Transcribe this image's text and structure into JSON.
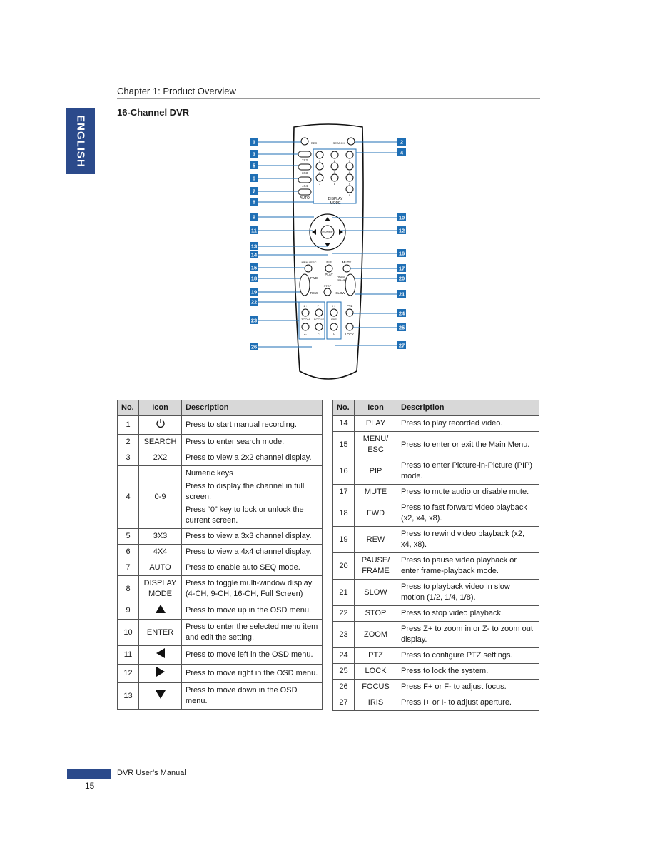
{
  "sidebar_tab": "ENGLISH",
  "chapter_title": "Chapter 1: Product Overview",
  "section_title": "16-Channel DVR",
  "remote": {
    "buttons": {
      "rec": "REC",
      "search": "SEARCH",
      "b2x2": "2X2",
      "b3x3": "3X3",
      "b4x4": "4X4",
      "auto": "AUTO",
      "display": "DISPLAY",
      "mode": "MODE",
      "enter": "ENTER",
      "menu_esc": "MENU/ESC",
      "pip": "PIP",
      "mute": "MUTE",
      "play": "PLAY",
      "fwd": "FWD",
      "pause": "PAUSE",
      "frame": "FRAME",
      "rew": "REW",
      "slow": "SLOW",
      "stop": "STOP",
      "z_plus": "Z+",
      "zoom": "ZOOM",
      "z_minus": "Z-",
      "f_plus": "F+",
      "focus": "FOCUS",
      "f_minus": "F-",
      "i_plus": "I+",
      "iris": "IRIS",
      "i_minus": "I-",
      "ptz": "PTZ",
      "lock": "LOCK"
    },
    "keypad": [
      "1",
      "2",
      "3",
      "4",
      "5",
      "6",
      "7",
      "8",
      "9",
      "0"
    ],
    "callouts": [
      "1",
      "2",
      "3",
      "4",
      "5",
      "6",
      "7",
      "8",
      "9",
      "10",
      "11",
      "12",
      "13",
      "14",
      "15",
      "16",
      "17",
      "18",
      "19",
      "20",
      "21",
      "22",
      "23",
      "24",
      "25",
      "26",
      "27"
    ]
  },
  "table_headers": {
    "no": "No.",
    "icon": "Icon",
    "description": "Description"
  },
  "left_table": [
    {
      "no": "1",
      "icon_symbol": "power-icon",
      "description": [
        "Press to start manual recording."
      ]
    },
    {
      "no": "2",
      "icon": "SEARCH",
      "description": [
        "Press to enter search mode."
      ]
    },
    {
      "no": "3",
      "icon": "2X2",
      "description": [
        "Press to view a 2x2 channel display."
      ]
    },
    {
      "no": "4",
      "icon": "0-9",
      "description": [
        "Numeric keys",
        "Press to display the channel in full screen.",
        "Press “0” key to lock or unlock the current screen."
      ]
    },
    {
      "no": "5",
      "icon": "3X3",
      "description": [
        "Press to view a 3x3 channel display."
      ]
    },
    {
      "no": "6",
      "icon": "4X4",
      "description": [
        "Press to view a 4x4 channel display."
      ]
    },
    {
      "no": "7",
      "icon": "AUTO",
      "description": [
        "Press to enable auto SEQ mode."
      ]
    },
    {
      "no": "8",
      "icon": "DISPLAY MODE",
      "description": [
        "Press to toggle multi-window display (4-CH, 9-CH, 16-CH, Full Screen)"
      ]
    },
    {
      "no": "9",
      "icon_symbol": "up-arrow-icon",
      "description": [
        "Press to move up in the OSD menu."
      ]
    },
    {
      "no": "10",
      "icon": "ENTER",
      "description": [
        "Press to enter the selected menu item and edit the setting."
      ]
    },
    {
      "no": "11",
      "icon_symbol": "left-arrow-icon",
      "description": [
        "Press to move left in the OSD menu."
      ]
    },
    {
      "no": "12",
      "icon_symbol": "right-arrow-icon",
      "description": [
        "Press to move right in the OSD menu."
      ]
    },
    {
      "no": "13",
      "icon_symbol": "down-arrow-icon",
      "description": [
        "Press to move down in the OSD menu."
      ]
    }
  ],
  "right_table": [
    {
      "no": "14",
      "icon": "PLAY",
      "description": [
        "Press to play recorded video."
      ]
    },
    {
      "no": "15",
      "icon": "MENU/ ESC",
      "description": [
        "Press to enter or exit the Main Menu."
      ]
    },
    {
      "no": "16",
      "icon": "PIP",
      "description": [
        "Press to enter Picture-in-Picture (PIP) mode."
      ]
    },
    {
      "no": "17",
      "icon": "MUTE",
      "description": [
        "Press to mute audio or disable mute."
      ]
    },
    {
      "no": "18",
      "icon": "FWD",
      "description": [
        "Press to fast forward video playback (x2, x4, x8)."
      ]
    },
    {
      "no": "19",
      "icon": "REW",
      "description": [
        "Press to rewind video playback (x2, x4, x8)."
      ]
    },
    {
      "no": "20",
      "icon": "PAUSE/ FRAME",
      "description": [
        "Press to pause video playback or enter frame-playback mode."
      ]
    },
    {
      "no": "21",
      "icon": "SLOW",
      "description": [
        "Press to playback video in slow motion (1/2, 1/4, 1/8)."
      ]
    },
    {
      "no": "22",
      "icon": "STOP",
      "description": [
        "Press to stop video playback."
      ]
    },
    {
      "no": "23",
      "icon": "ZOOM",
      "description": [
        "Press Z+ to zoom in or Z- to zoom out display."
      ]
    },
    {
      "no": "24",
      "icon": "PTZ",
      "description": [
        "Press to configure PTZ settings."
      ]
    },
    {
      "no": "25",
      "icon": "LOCK",
      "description": [
        "Press to lock the system."
      ]
    },
    {
      "no": "26",
      "icon": "FOCUS",
      "description": [
        "Press F+ or F- to adjust focus."
      ]
    },
    {
      "no": "27",
      "icon": "IRIS",
      "description": [
        "Press I+ or I- to adjust aperture."
      ]
    }
  ],
  "footer": {
    "manual_title": "DVR User’s Manual",
    "page_number": "15"
  },
  "colors": {
    "accent_blue": "#2b4a8b",
    "callout_blue": "#1f6fb5",
    "header_gray": "#d8d8d8"
  }
}
